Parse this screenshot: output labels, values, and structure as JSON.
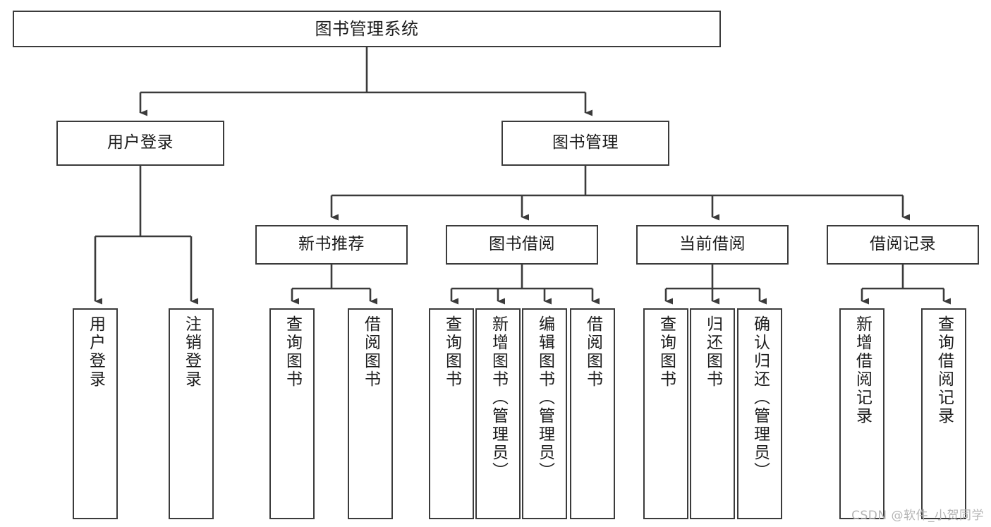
{
  "diagram": {
    "title": "图书管理系统",
    "type": "tree-hierarchy-chart",
    "watermark": "CSDN @软件_小贺同学",
    "colors": {
      "border": "#3b3b3b",
      "fill": "#ffffff",
      "text": "#1d1d1d",
      "edge": "#3b3b3b",
      "watermark": "#b4b4b4"
    },
    "nodes": {
      "root": {
        "label": "图书管理系统"
      },
      "level2": [
        {
          "label": "用户登录"
        },
        {
          "label": "图书管理"
        }
      ],
      "level3": [
        {
          "label": "新书推荐"
        },
        {
          "label": "图书借阅"
        },
        {
          "label": "当前借阅"
        },
        {
          "label": "借阅记录"
        }
      ],
      "leaves": {
        "user_login": [
          {
            "label": "用户登录"
          },
          {
            "label": "注销登录"
          }
        ],
        "new_book_recommend": [
          {
            "label": "查询图书"
          },
          {
            "label": "借阅图书"
          }
        ],
        "book_borrow": [
          {
            "label": "查询图书"
          },
          {
            "label": "新增图书（管理员）"
          },
          {
            "label": "编辑图书（管理员）"
          },
          {
            "label": "借阅图书"
          }
        ],
        "current_borrow": [
          {
            "label": "查询图书"
          },
          {
            "label": "归还图书"
          },
          {
            "label": "确认归还（管理员）"
          }
        ],
        "borrow_record": [
          {
            "label": "新增借阅记录"
          },
          {
            "label": "查询借阅记录"
          }
        ]
      }
    }
  }
}
